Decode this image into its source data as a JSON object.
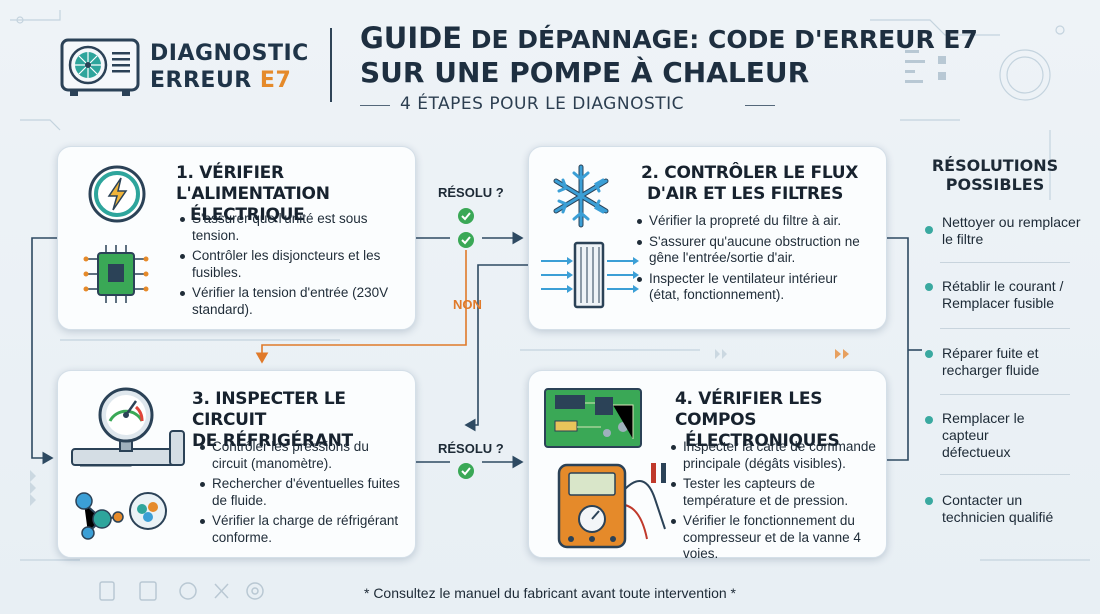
{
  "header": {
    "logo_line1": "DIAGNOSTIC",
    "logo_line2": "ERREUR",
    "logo_code": "E7",
    "title_line1_a": "GUIDE",
    "title_line1_b": "DE DÉPANNAGE: CODE D'ERREUR E7",
    "title_line2": "SUR UNE POMPE À CHALEUR",
    "subtitle": "4 ÉTAPES POUR LE DIAGNOSTIC"
  },
  "steps": [
    {
      "title_line1": "1. VÉRIFIER L'ALIMENTATION",
      "title_line2": "ÉLECTRIQUE",
      "bullets": [
        "S'assurer que l'unité est sous tension.",
        "Contrôler les disjoncteurs et les fusibles.",
        "Vérifier la tension d'entrée (230V standard)."
      ],
      "icons": [
        "lightning-icon",
        "circuit-chip-icon"
      ]
    },
    {
      "title_line1": "2. CONTRÔLER LE FLUX",
      "title_line2": "D'AIR ET LES FILTRES",
      "bullets": [
        "Vérifier la propreté du filtre à air.",
        "S'assurer qu'aucune obstruction ne gêne l'entrée/sortie d'air.",
        "Inspecter le ventilateur intérieur (état, fonctionnement)."
      ],
      "icons": [
        "snowflake-icon",
        "air-filter-icon"
      ]
    },
    {
      "title_line1": "3. INSPECTER LE CIRCUIT",
      "title_line2": "DE RÉFRIGÉRANT",
      "bullets": [
        "Contrôler les pressions du circuit (manomètre).",
        "Rechercher d'éventuelles fuites de fluide.",
        "Vérifier la charge de réfrigérant conforme."
      ],
      "icons": [
        "pressure-gauge-icon",
        "molecule-icon"
      ]
    },
    {
      "title_line1": "4. VÉRIFIER LES COMPOS",
      "title_line2": "ÉLECTRONIQUES",
      "bullets": [
        "Inspecter la carte de commande principale (dégâts visibles).",
        "Tester les capteurs de température et de pression.",
        "Vérifier le fonctionnement du compresseur et de la vanne 4 voies."
      ],
      "icons": [
        "circuit-board-icon",
        "multimeter-icon"
      ]
    }
  ],
  "flow": {
    "resolved_label": "RÉSOLU ?",
    "no_label": "NON",
    "check_color": "#3aa856",
    "no_color": "#e07a2a"
  },
  "resolutions": {
    "heading_line1": "RÉSOLUTIONS",
    "heading_line2": "POSSIBLES",
    "items": [
      "Nettoyer ou remplacer le filtre",
      "Rétablir le courant / Remplacer fusible",
      "Réparer fuite et recharger fluide",
      "Remplacer le capteur défectueux",
      "Contacter un technicien qualifié"
    ],
    "dot_color": "#3aa9a0"
  },
  "footnote": "* Consultez le manuel du fabricant avant toute intervention *"
}
